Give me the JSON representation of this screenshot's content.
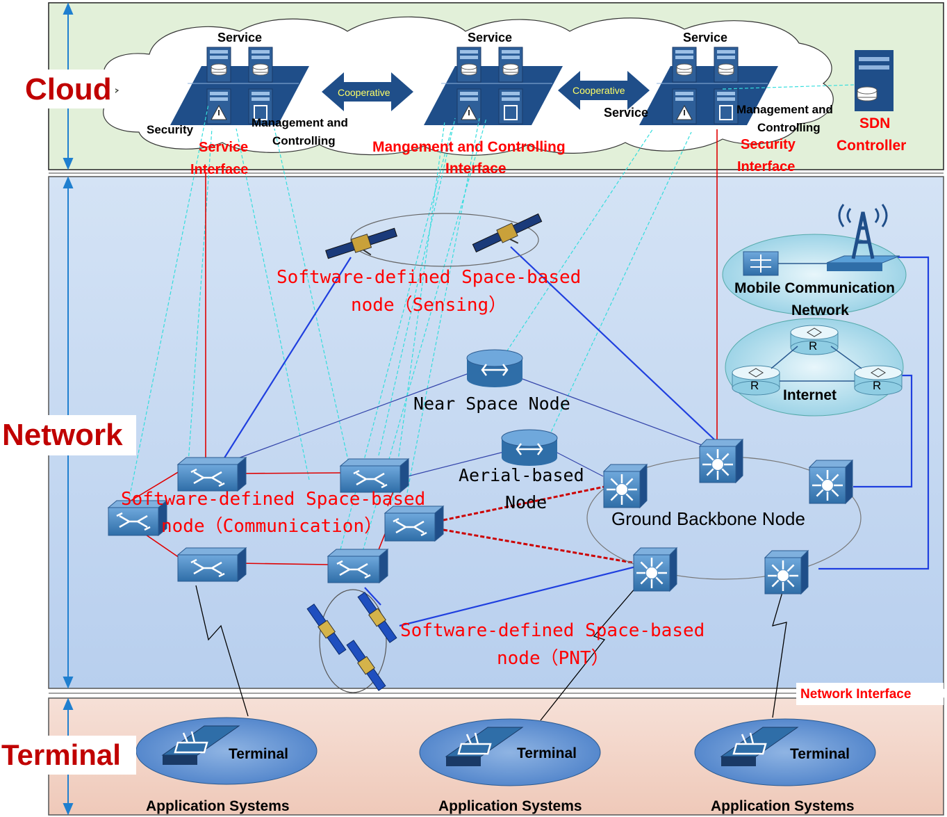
{
  "layers": {
    "cloud": "Cloud",
    "network": "Network",
    "terminal": "Terminal"
  },
  "cloud": {
    "service_1": "Service",
    "service_2": "Service",
    "service_3": "Service",
    "service_4": "Service",
    "security": "Security",
    "mgmt_1_line1": "Management and",
    "mgmt_1_line2": "Controlling",
    "mgmt_2_line1": "Management and",
    "mgmt_2_line2": "Controlling",
    "cooperative_1": "Cooperative",
    "cooperative_2": "Cooperative",
    "service_interface_line1": "Service",
    "service_interface_line2": "Interface",
    "mgmt_interface_line1": "Mangement and Controlling",
    "mgmt_interface_line2": "Interface",
    "security_interface_line1": "Security",
    "security_interface_line2": "Interface",
    "sdn_line1": "SDN",
    "sdn_line2": "Controller"
  },
  "network": {
    "sensing_line1": "Software-defined Space-based",
    "sensing_line2": "node（Sensing）",
    "near_space": "Near Space Node",
    "aerial_line1": "Aerial-based",
    "aerial_line2": "Node",
    "comm_line1": "Software-defined Space-based",
    "comm_line2": "node（Communication）",
    "ground_backbone": "Ground Backbone Node",
    "pnt_line1": "Software-defined Space-based",
    "pnt_line2": "node（PNT）",
    "mobile_line1": "Mobile Communication",
    "mobile_line2": "Network",
    "internet": "Internet",
    "router_label": "R",
    "network_interface": "Network Interface"
  },
  "terminal": {
    "items": [
      {
        "label": "Terminal",
        "caption": "Application Systems"
      },
      {
        "label": "Terminal",
        "caption": "Application Systems"
      },
      {
        "label": "Terminal",
        "caption": "Application Systems"
      }
    ]
  },
  "colors": {
    "cloud_band": "#e2f0d9",
    "network_band": "#c6d9f1",
    "terminal_band": "#f2d3c6",
    "arrow_blue": "#1f7fcf",
    "device_blue": "#2e75b6",
    "red_text": "#ff0000",
    "layer_title": "#c00000",
    "link_blue": "#1f3fdf",
    "link_red": "#e00000",
    "link_cyan": "#33dddd"
  }
}
